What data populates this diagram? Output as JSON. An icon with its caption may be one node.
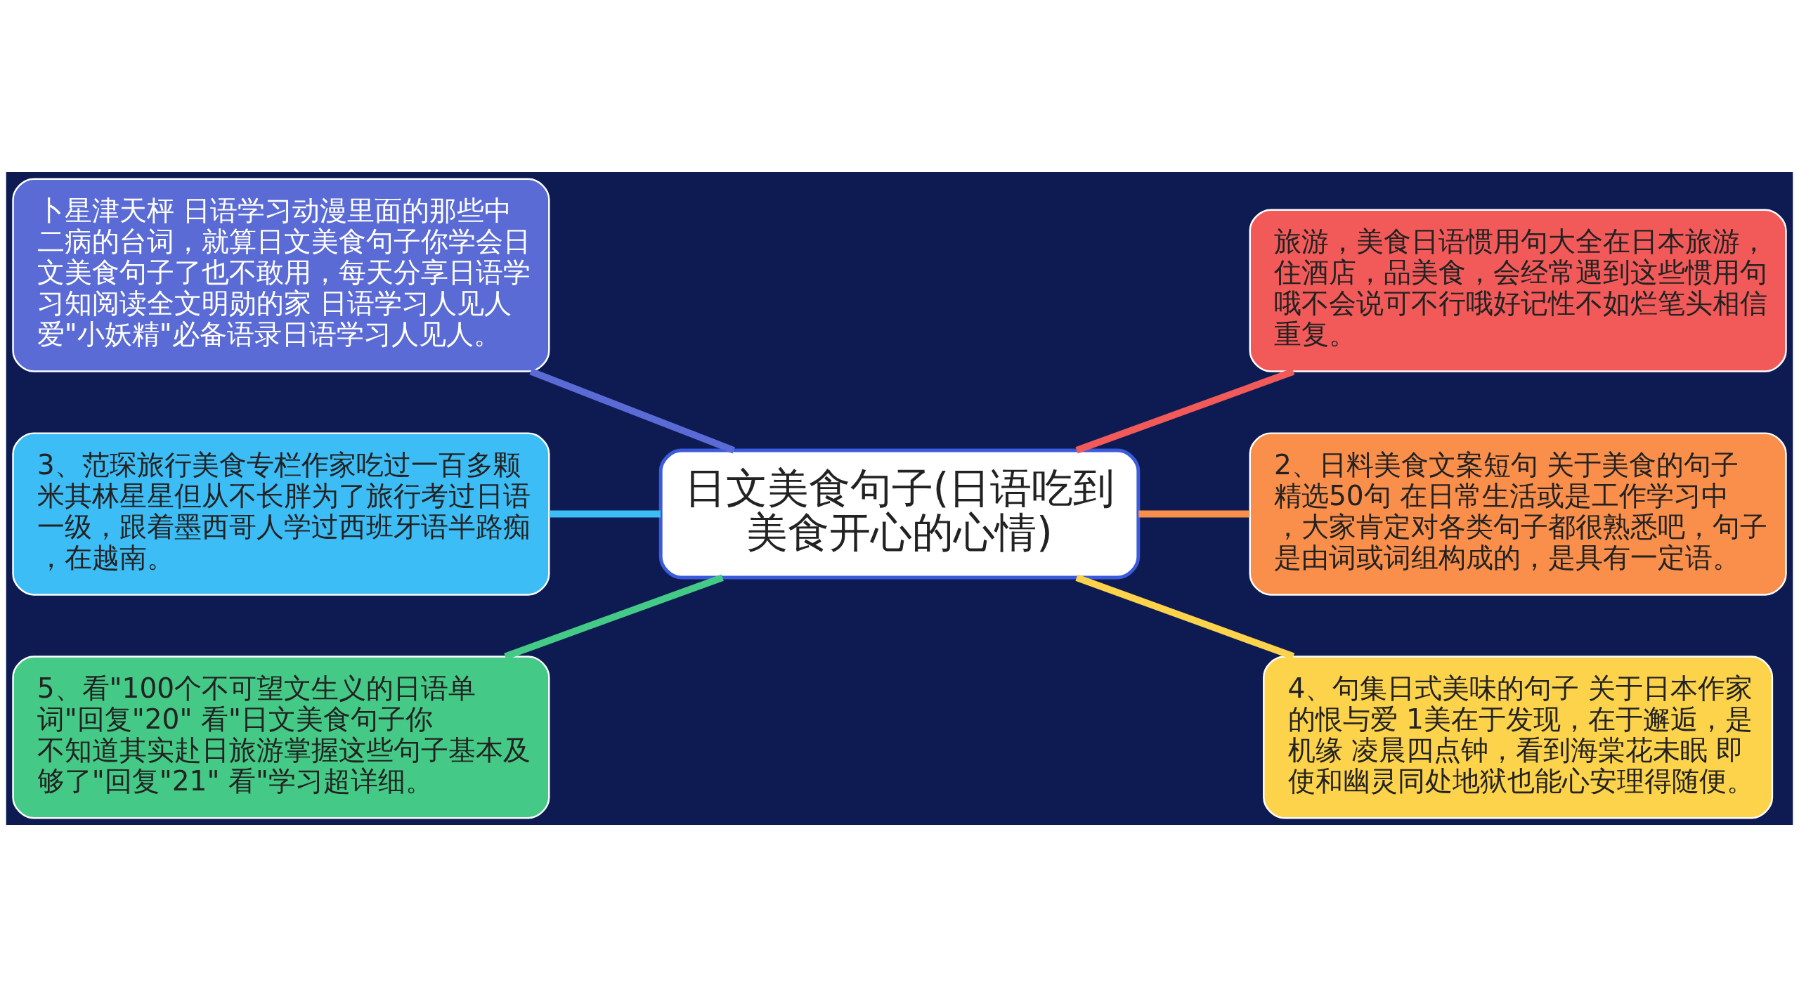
{
  "diagram": {
    "nodes": [
      {
        "text": [
          "日文美食句子(日语吃到美食开心的心情)"
        ]
      },
      {
        "text": [
          "卜星津天枰 日语学习动漫里面的那些中二病的台词，就算日文美食句子你学会日文美食句子了也不敢用，每天分享日语学习知阅读全文明勋的家 日语学习人见人爱\"小妖精\"必备语录日语学习人见人。"
        ]
      },
      {
        "text": [
          "3、范琛旅行美食专栏作家吃过一百多颗米其林星星但从不长胖为了旅行考过日语一级，跟着墨西哥人学过西班牙语半路痴，在越南。"
        ]
      },
      {
        "text": [
          "5、看\"100个不可望文生义的日语单词\"回复\"20\" 看\"日文美食句子你不知道其实赴日旅游掌握这些句子基本及够了\"回复\"21\" 看\"学习超详细。"
        ]
      },
      {
        "text": [
          "旅游，美食日语惯用句大全在日本旅游，住酒店，品美食，会经常遇到这些惯用句哦不会说可不行哦好记性不如烂笔头相信重复。"
        ]
      },
      {
        "text": [
          "2、日料美食文案短句 关于美食的句子精选50句 在日常生活或是工作学习中，大家肯定对各类句子都很熟悉吧，句子是由词或词组构成的，是具有一定语。"
        ]
      },
      {
        "text": [
          "4、句集日式美味的句子 关于日本作家的恨与爱 1美在于发现，在于邂逅，是机缘 凌晨四点钟，看到海棠花未眠 即使和幽灵同处地狱也能心安理得随便。"
        ]
      }
    ],
    "edges": [
      {
        "from": 0,
        "to": 1,
        "arrow": "none",
        "color": "#5b6bd6"
      },
      {
        "from": 0,
        "to": 2,
        "arrow": "none",
        "color": "#3dbdf5"
      },
      {
        "from": 0,
        "to": 3,
        "arrow": "none",
        "color": "#45c986"
      },
      {
        "from": 0,
        "to": 4,
        "arrow": "none",
        "color": "#f25a5a"
      },
      {
        "from": 0,
        "to": 5,
        "arrow": "none",
        "color": "#f98f4a"
      },
      {
        "from": 0,
        "to": 6,
        "arrow": "none",
        "color": "#fcd34a"
      }
    ]
  }
}
